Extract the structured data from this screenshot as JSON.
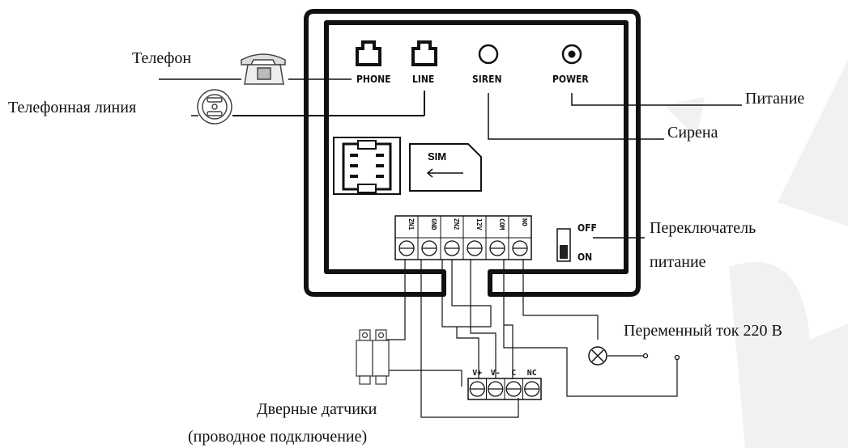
{
  "ports": {
    "phone": "PHONE",
    "line": "LINE",
    "siren": "SIREN",
    "power": "POWER"
  },
  "sim_label": "SIM",
  "terminals": [
    "ZN1",
    "GND",
    "ZN2",
    "12V",
    "COM",
    "NO"
  ],
  "switch": {
    "off": "OFF",
    "on": "ON"
  },
  "relay_terminals": [
    "V+",
    "V-",
    "C",
    "NC"
  ],
  "callouts": {
    "phone": "Телефон",
    "line": "Телефонная линия",
    "power": "Питание",
    "siren": "Сирена",
    "switch_1": "Переключатель",
    "switch_2": "питание",
    "ac": "Переменный ток 220 В",
    "sensors_1": "Дверные датчики",
    "sensors_2": "(проводное подключение)"
  },
  "icons": {
    "phone": "telephone-icon",
    "line": "phone-line-socket-icon",
    "lamp": "lamp-icon",
    "sensor": "door-sensor-icon"
  }
}
